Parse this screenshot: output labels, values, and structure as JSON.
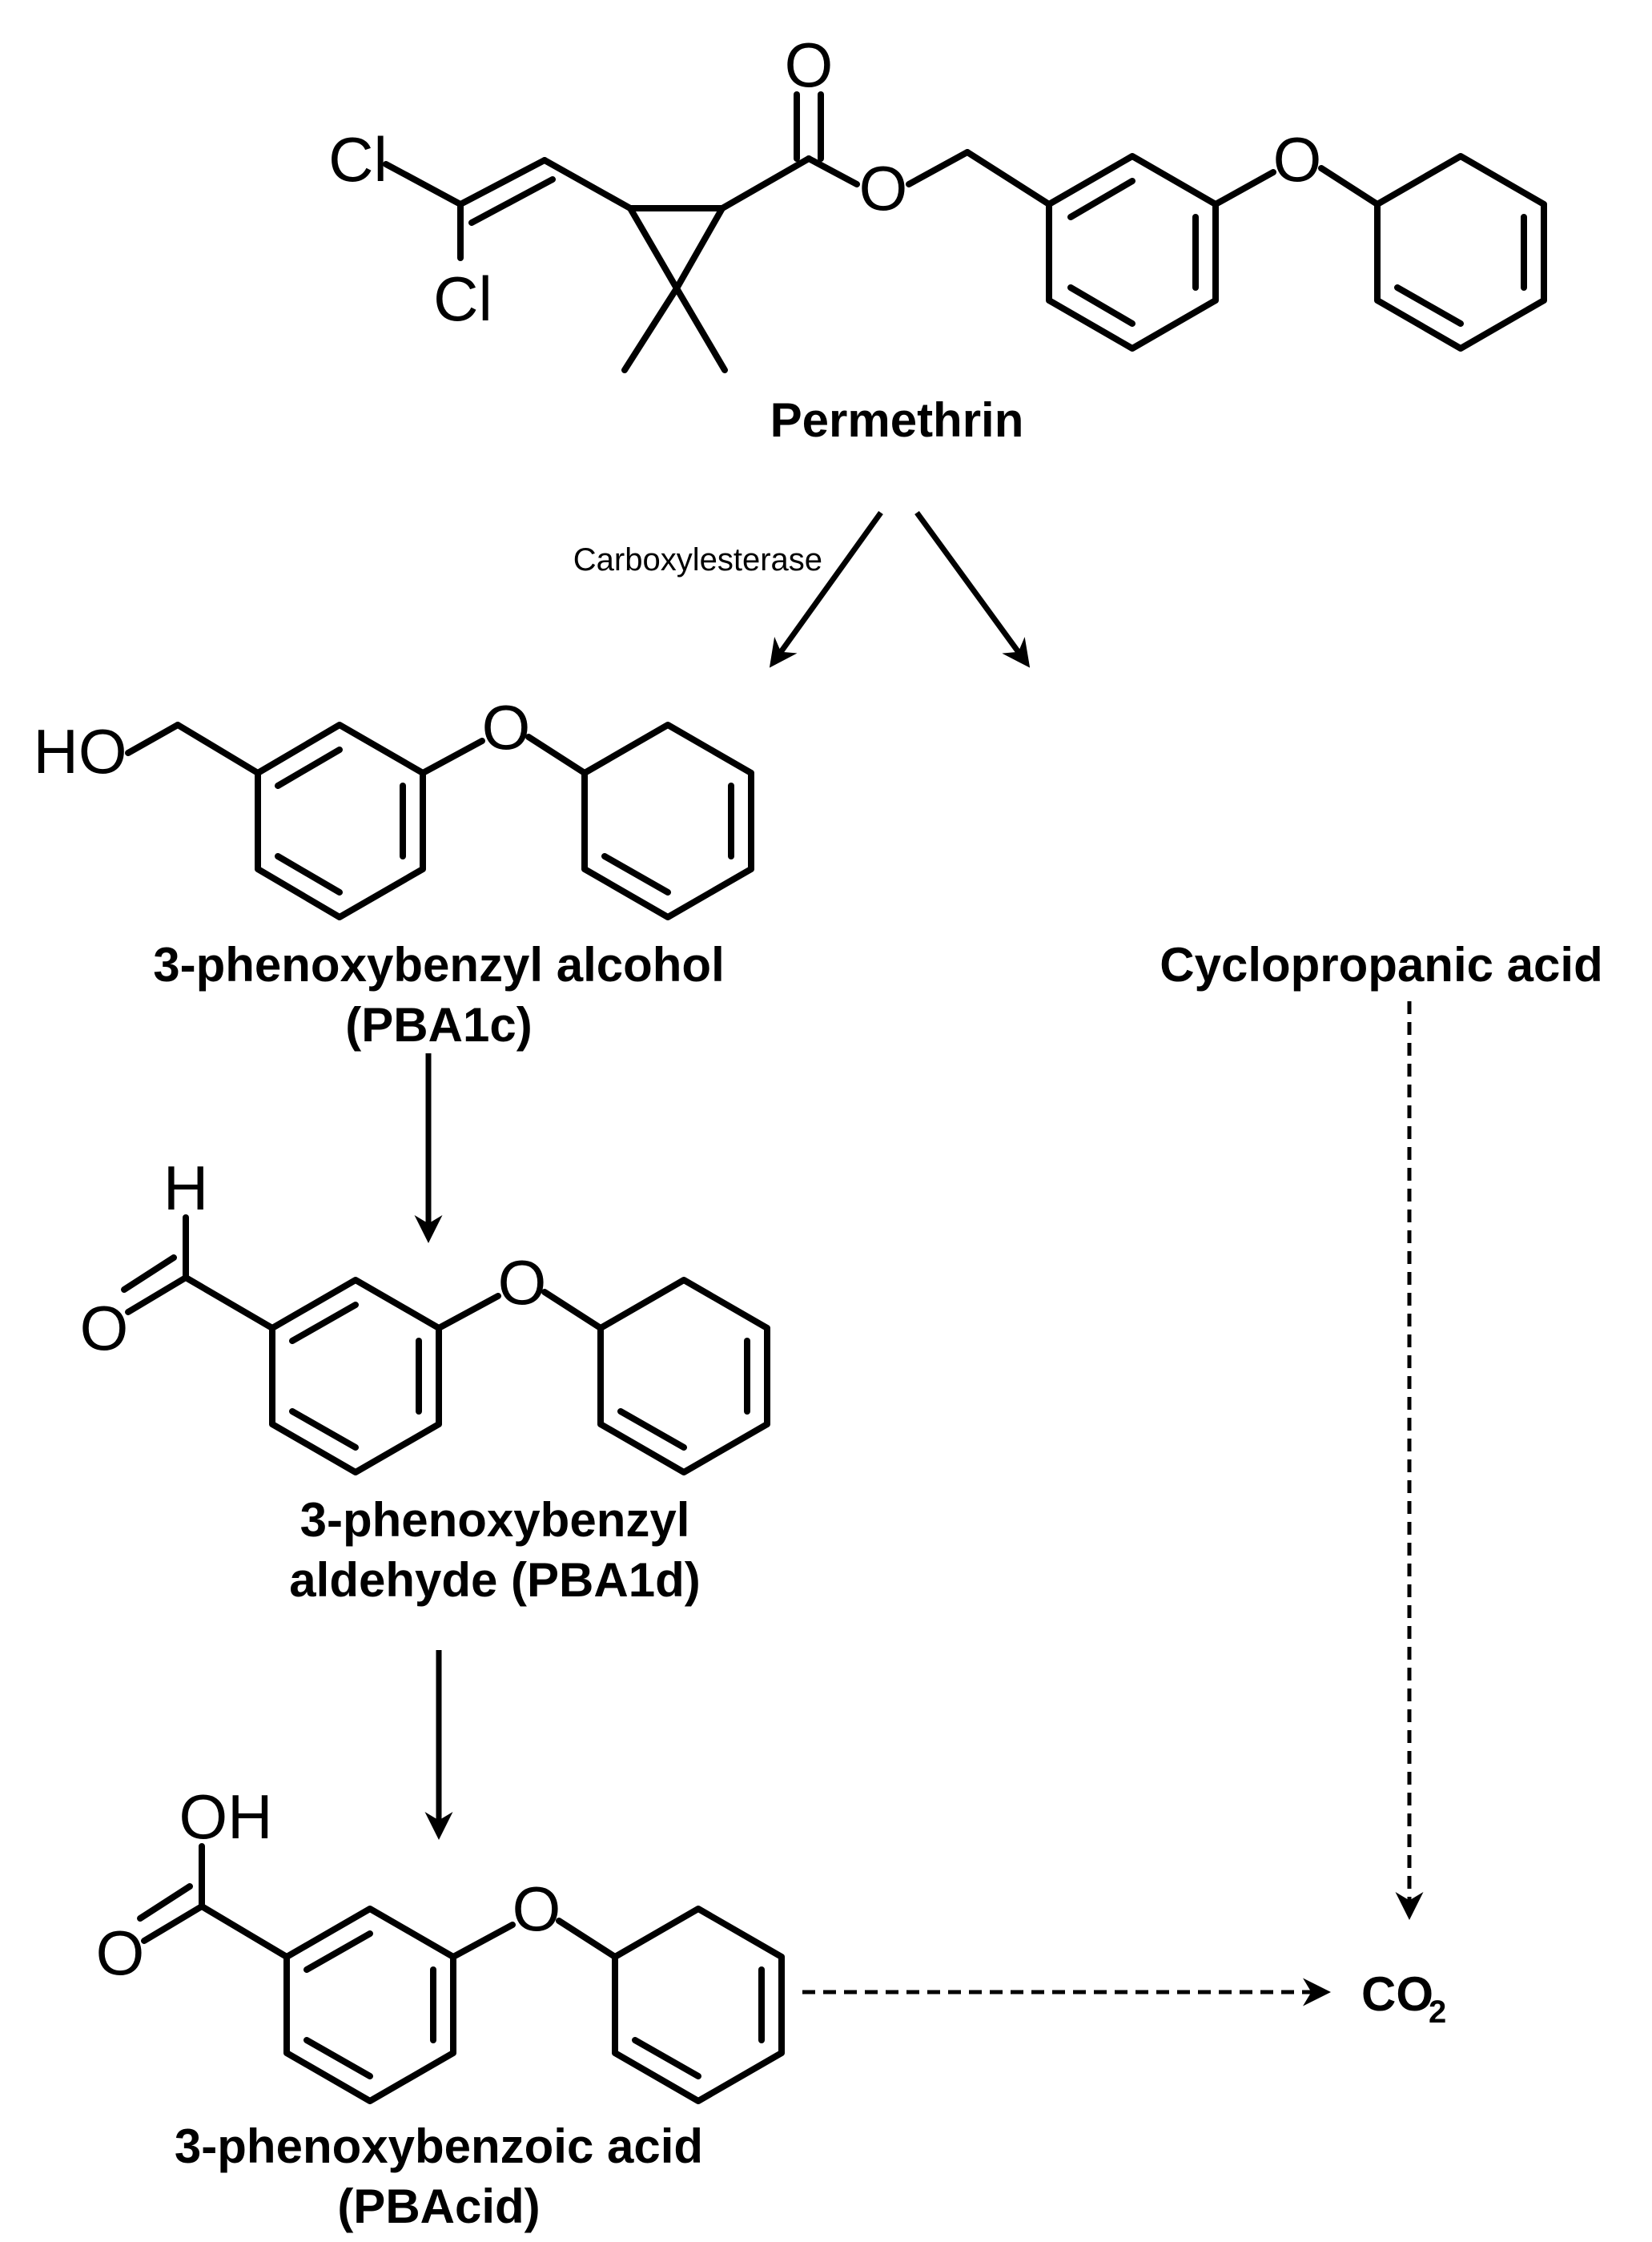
{
  "atoms": {
    "cl": "Cl",
    "o": "O",
    "ho": "HO",
    "h": "H",
    "oh": "OH"
  },
  "compounds": {
    "permethrin": {
      "name": "Permethrin"
    },
    "alcohol": {
      "name_line1": "3-phenoxybenzyl alcohol",
      "name_line2": "(PBA1c)"
    },
    "aldehyde": {
      "name_line1": "3-phenoxybenzyl",
      "name_line2": "aldehyde (PBA1d)"
    },
    "acid": {
      "name_line1": "3-phenoxybenzoic acid",
      "name_line2": "(PBAcid)"
    },
    "cyclopropanic": {
      "name": "Cyclopropanic acid"
    },
    "co2": {
      "main": "CO",
      "subscript": "2"
    }
  },
  "enzyme": "Carboxylesterase",
  "colors": {
    "ink": "#000000",
    "background": "#ffffff"
  }
}
